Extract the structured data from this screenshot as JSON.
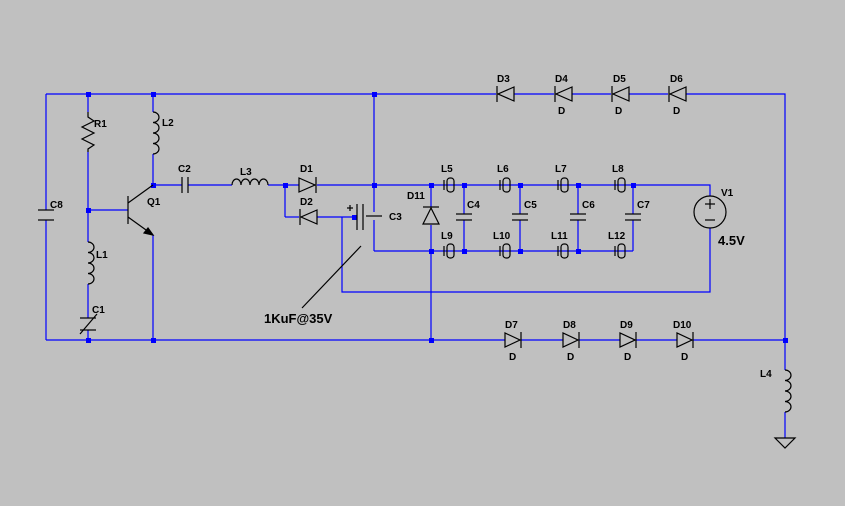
{
  "labels": {
    "R1": "R1",
    "L2": "L2",
    "C2": "C2",
    "L3": "L3",
    "D1": "D1",
    "D2": "D2",
    "Q1": "Q1",
    "C8": "C8",
    "L1": "L1",
    "C1": "C1",
    "C3": "C3",
    "D11": "D11",
    "L5": "L5",
    "L6": "L6",
    "L7": "L7",
    "L8": "L8",
    "L9": "L9",
    "L10": "L10",
    "L11": "L11",
    "L12": "L12",
    "C4": "C4",
    "C5": "C5",
    "C6": "C6",
    "C7": "C7",
    "V1": "V1",
    "D3": "D3",
    "D4": "D4",
    "D5": "D5",
    "D6": "D6",
    "D7": "D7",
    "D8": "D8",
    "D9": "D9",
    "D10": "D10",
    "L4": "L4"
  },
  "values": {
    "D4": "D",
    "D5": "D",
    "D6": "D",
    "D7": "D",
    "D8": "D",
    "D9": "D",
    "D10": "D",
    "V1": "4.5V"
  },
  "annotation": "1KuF@35V",
  "colors": {
    "background": "#c0c0c0",
    "wire": "#0000ff",
    "component": "#000000",
    "text": "#000000"
  }
}
